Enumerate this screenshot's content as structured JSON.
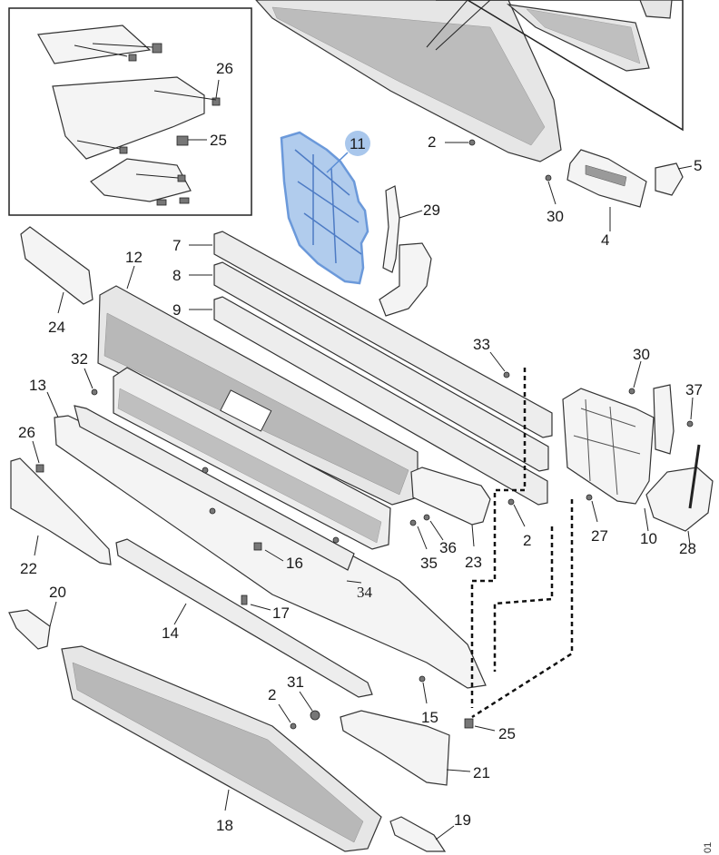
{
  "diagram": {
    "labels": {
      "p1": "2",
      "p2": "30",
      "p3": "5",
      "p4": "4",
      "p5": "11",
      "p6": "29",
      "p7": "7",
      "p8": "8",
      "p9": "9",
      "p10": "12",
      "p11": "24",
      "p12": "26",
      "p13": "25",
      "p14": "33",
      "p15": "30",
      "p16": "37",
      "p17": "32",
      "p18": "13",
      "p19": "26",
      "p20": "22",
      "p21": "10",
      "p22": "27",
      "p23": "28",
      "p24": "2",
      "p25": "36",
      "p26": "35",
      "p27": "23",
      "p28": "16",
      "p29": "34",
      "p30": "20",
      "p31": "17",
      "p32": "14",
      "p33": "31",
      "p34": "2",
      "p35": "15",
      "p36": "25",
      "p37": "21",
      "p38": "18",
      "p39": "19"
    },
    "highlighted_part": "11",
    "highlight_color": "#a9c7ec",
    "corner_code": "01"
  }
}
